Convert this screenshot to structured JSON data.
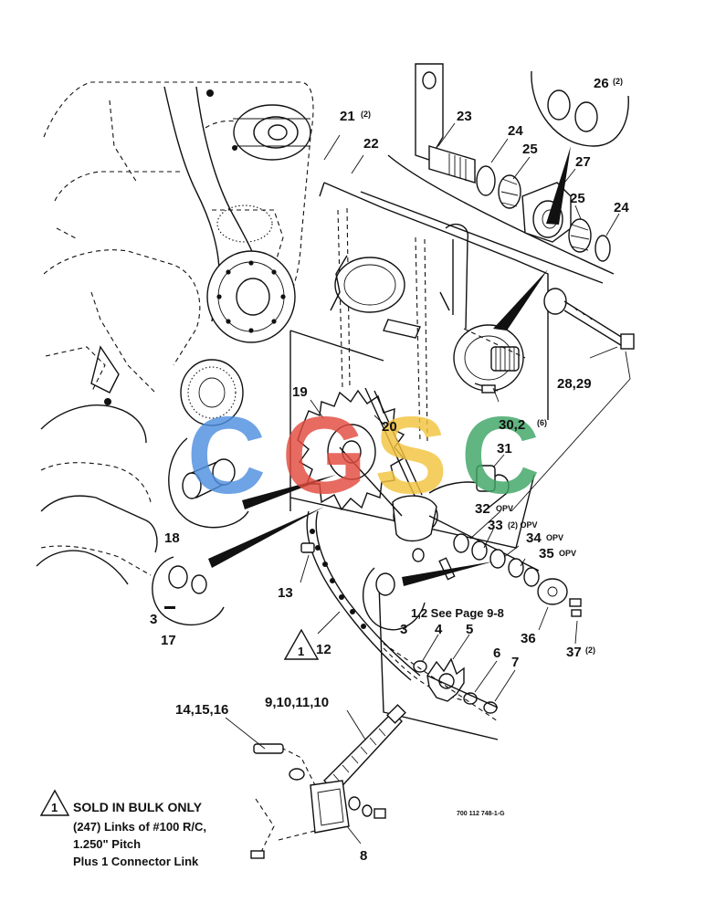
{
  "diagram": {
    "callouts": [
      {
        "id": "c21",
        "text": "21",
        "sub": "(2)"
      },
      {
        "id": "c22",
        "text": "22"
      },
      {
        "id": "c23",
        "text": "23"
      },
      {
        "id": "c24a",
        "text": "24"
      },
      {
        "id": "c25a",
        "text": "25"
      },
      {
        "id": "c26",
        "text": "26",
        "sub": "(2)"
      },
      {
        "id": "c27",
        "text": "27"
      },
      {
        "id": "c25b",
        "text": "25"
      },
      {
        "id": "c24b",
        "text": "24"
      },
      {
        "id": "c2829",
        "text": "28,29"
      },
      {
        "id": "c19",
        "text": "19"
      },
      {
        "id": "c20",
        "text": "20"
      },
      {
        "id": "c302",
        "text": "30,2",
        "sub": "(6)"
      },
      {
        "id": "c31",
        "text": "31"
      },
      {
        "id": "c32",
        "text": "32",
        "sub": "OPV"
      },
      {
        "id": "c33",
        "text": "33",
        "sub": "(2) OPV"
      },
      {
        "id": "c34",
        "text": "34",
        "sub": "OPV"
      },
      {
        "id": "c35",
        "text": "35",
        "sub": "OPV"
      },
      {
        "id": "c18",
        "text": "18"
      },
      {
        "id": "c13",
        "text": "13"
      },
      {
        "id": "c12",
        "text": "12"
      },
      {
        "id": "c3a",
        "text": "3"
      },
      {
        "id": "c17",
        "text": "17"
      },
      {
        "id": "c12ref",
        "text": "1,2  See Page 9-8"
      },
      {
        "id": "c3b",
        "text": "3"
      },
      {
        "id": "c4",
        "text": "4"
      },
      {
        "id": "c5",
        "text": "5"
      },
      {
        "id": "c36",
        "text": "36"
      },
      {
        "id": "c37",
        "text": "37",
        "sub": "(2)"
      },
      {
        "id": "c6",
        "text": "6"
      },
      {
        "id": "c7",
        "text": "7"
      },
      {
        "id": "c141516",
        "text": "14,15,16"
      },
      {
        "id": "c9101110",
        "text": "9,10,11,10"
      },
      {
        "id": "c8",
        "text": "8"
      }
    ],
    "warning_marker": "1",
    "note": {
      "marker": "1",
      "title": "SOLD IN BULK ONLY",
      "lines": [
        "(247) Links of #100 R/C,",
        "1.250\" Pitch",
        "Plus 1 Connector Link"
      ]
    },
    "reference_number": "700 112 748-1-G"
  },
  "watermark": {
    "letters": [
      "C",
      "G",
      "S",
      "C"
    ],
    "colors": [
      "#4f8fe0",
      "#e24b3f",
      "#f4c43f",
      "#3fa565"
    ]
  }
}
